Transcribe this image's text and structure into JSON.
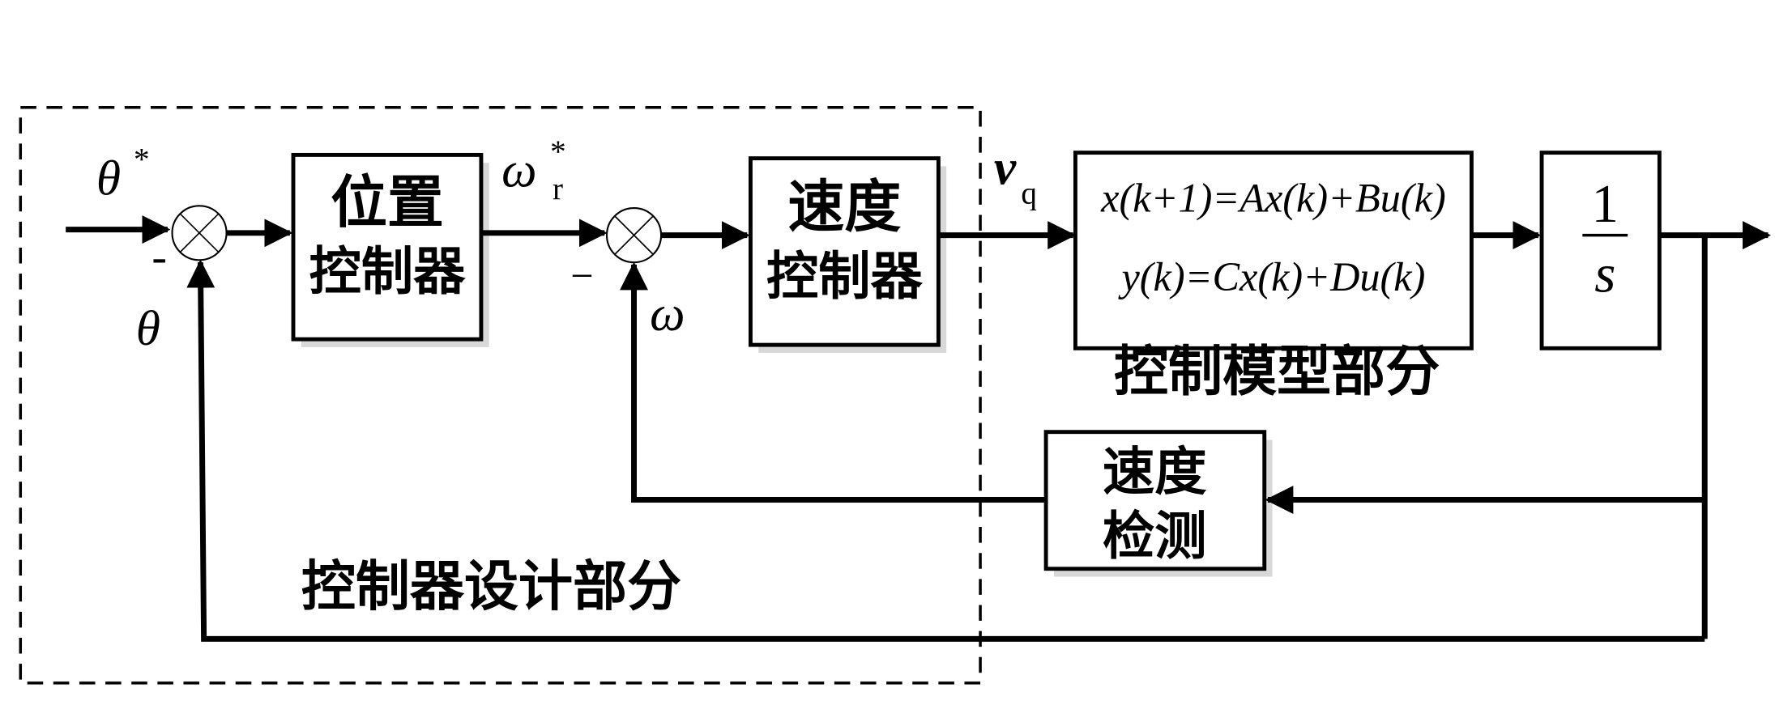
{
  "signals": {
    "theta_ref": "θ",
    "theta_ref_sup": "*",
    "theta_fb": "θ",
    "theta_fb_bar": "-",
    "minus1": "-",
    "omega_ref": "ω",
    "omega_ref_sup": "*",
    "omega_ref_sub": "r",
    "minus2": "−",
    "omega_fb": "ω",
    "vq": "v",
    "vq_sub": "q"
  },
  "blocks": {
    "position_controller": [
      "位置",
      "控制器"
    ],
    "speed_controller": [
      "速度",
      "控制器"
    ],
    "model_eq1": "x(k+1)=Ax(k)+Bu(k)",
    "model_eq2": "y(k)=Cx(k)+Du(k)",
    "integrator_num": "1",
    "integrator_den": "s",
    "speed_detection": [
      "速度",
      "检测"
    ]
  },
  "regions": {
    "model_label": "控制模型部分",
    "controller_label": "控制器设计部分"
  }
}
